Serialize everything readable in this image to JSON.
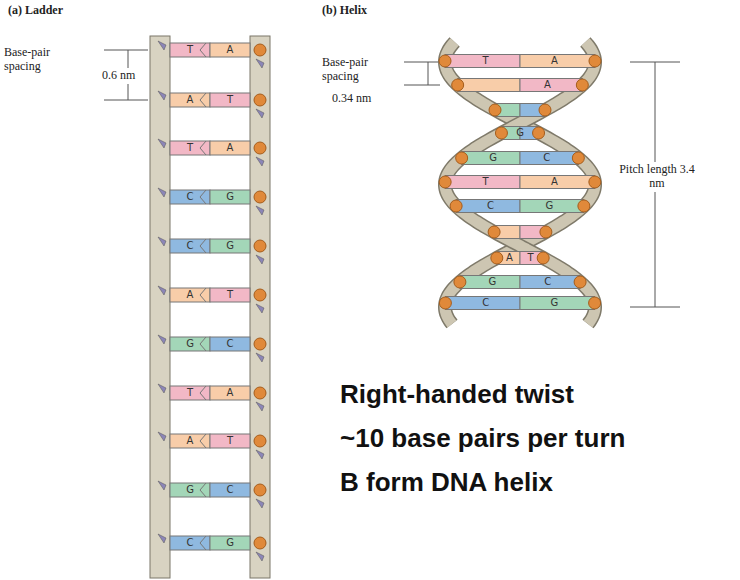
{
  "diagram": {
    "labels": [
      "(a) Ladder",
      "Base-pair spacing",
      "0.6 nm",
      "T",
      "A",
      "A",
      "T",
      "T",
      "A",
      "C",
      "G",
      "C",
      "G",
      "A",
      "T",
      "G",
      "C",
      "T",
      "A",
      "A",
      "T",
      "G",
      "C",
      "C",
      "G",
      "(b) Helix",
      "Base-pair spacing",
      "0.34 nm",
      "Pitch length 3.4 nm",
      "T",
      "A",
      "A",
      "G",
      "G",
      "C",
      "T",
      "A",
      "C",
      "G",
      "A",
      "T",
      "G",
      "C",
      "C",
      "G",
      "Right-handed twist",
      "~10 base pairs per turn",
      "B form DNA helix"
    ]
  }
}
